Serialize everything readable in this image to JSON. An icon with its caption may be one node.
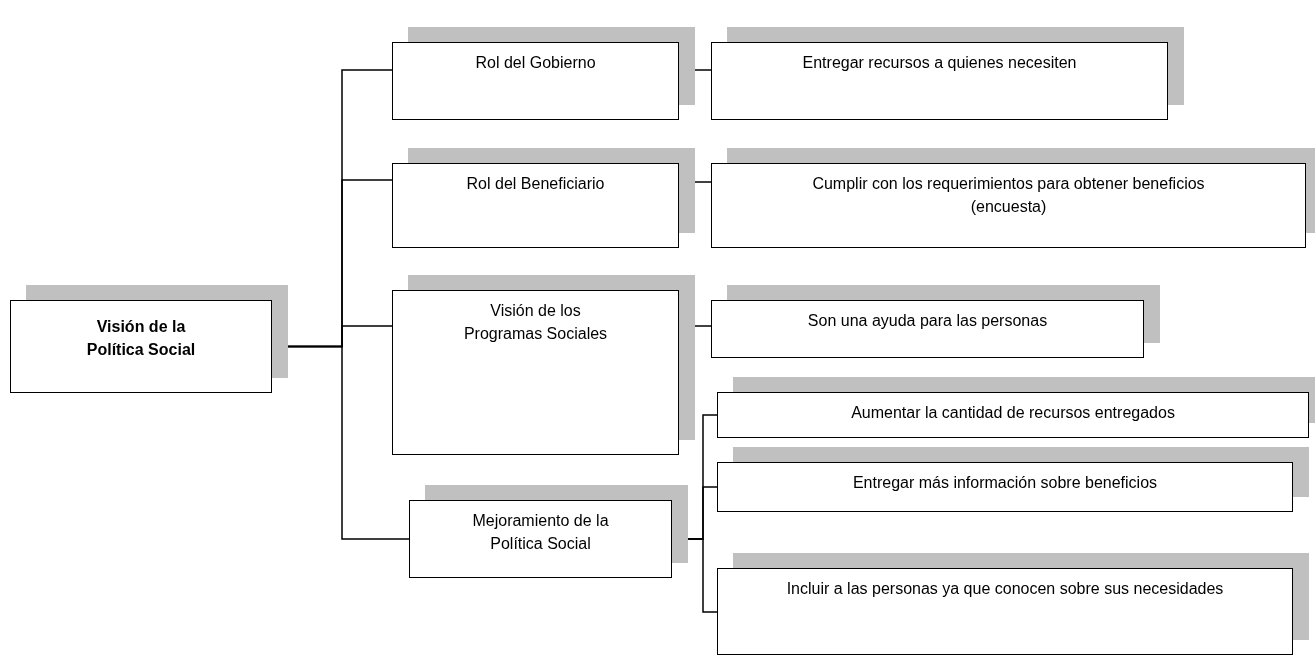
{
  "diagram": {
    "nodes": [
      {
        "text": [
          "Visión de la Política Social"
        ]
      },
      {
        "text": [
          "Rol del Gobierno"
        ]
      },
      {
        "text": [
          "Entregar recursos a quienes necesiten"
        ]
      },
      {
        "text": [
          "Rol del Beneficiario"
        ]
      },
      {
        "text": [
          "Cumplir con los requerimientos para obtener beneficios (encuesta)"
        ]
      },
      {
        "text": [
          "Visión de los Programas Sociales"
        ]
      },
      {
        "text": [
          "Son una ayuda para las personas"
        ]
      },
      {
        "text": [
          "Mejoramiento de la Política Social"
        ]
      },
      {
        "text": [
          "Aumentar la cantidad de recursos entregados"
        ]
      },
      {
        "text": [
          "Entregar más información sobre beneficios"
        ]
      },
      {
        "text": [
          "Incluir a las personas ya que conocen sobre sus necesidades"
        ]
      }
    ],
    "edges": [
      {
        "from": 0,
        "to": 1,
        "arrow": "none"
      },
      {
        "from": 0,
        "to": 3,
        "arrow": "none"
      },
      {
        "from": 0,
        "to": 5,
        "arrow": "none"
      },
      {
        "from": 0,
        "to": 7,
        "arrow": "none"
      },
      {
        "from": 1,
        "to": 2,
        "arrow": "none"
      },
      {
        "from": 3,
        "to": 4,
        "arrow": "none"
      },
      {
        "from": 5,
        "to": 6,
        "arrow": "none"
      },
      {
        "from": 7,
        "to": 8,
        "arrow": "none"
      },
      {
        "from": 7,
        "to": 9,
        "arrow": "none"
      },
      {
        "from": 7,
        "to": 10,
        "arrow": "none"
      }
    ]
  }
}
